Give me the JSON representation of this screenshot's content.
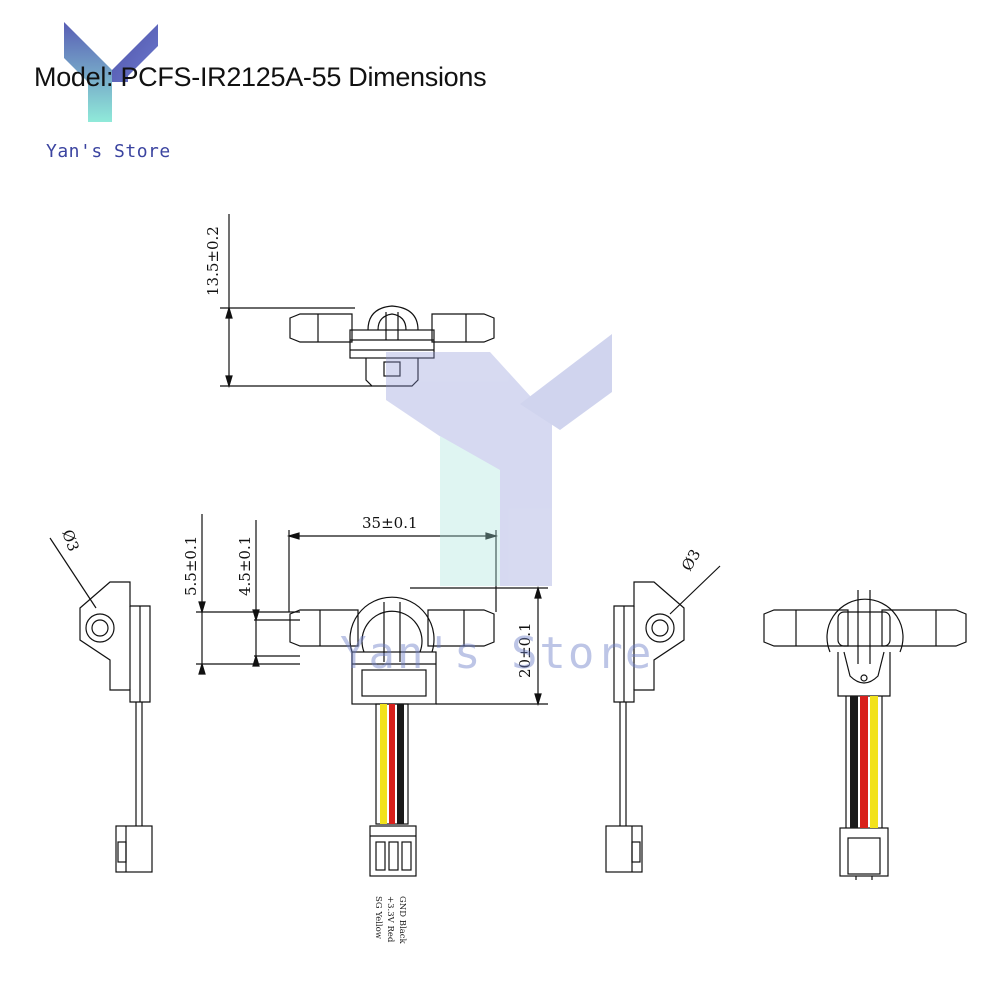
{
  "header": {
    "title": "Model: PCFS-IR2125A-55 Dimensions",
    "brand": "Yan's Store"
  },
  "watermark": {
    "text": "Yan's Store"
  },
  "dimensions": {
    "height_top_view": "13.5±0.2",
    "outer_diameter": "5.5±0.1",
    "inner_diameter": "4.5±0.1",
    "length": "35±0.1",
    "body_height": "20±0.1",
    "hole_left": "Ø3",
    "hole_right": "Ø3"
  },
  "wires": [
    {
      "label": "SG Yellow",
      "color": "#f2e21b"
    },
    {
      "label": "+3.3V Red",
      "color": "#d8201c"
    },
    {
      "label": "GND Black",
      "color": "#1a1a1a"
    }
  ],
  "colors": {
    "logo_blue": "#4150b4",
    "logo_teal": "#7fe0d0",
    "line": "#111111"
  }
}
